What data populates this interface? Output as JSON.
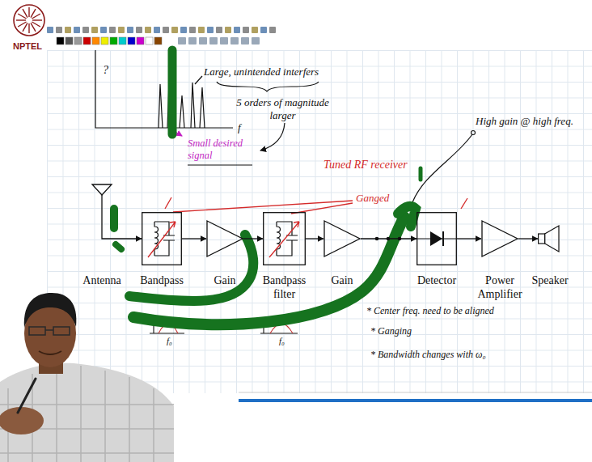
{
  "diagram": {
    "nodes": [
      {
        "text": [
          "Antenna"
        ]
      },
      {
        "text": [
          "Bandpass"
        ]
      },
      {
        "text": [
          "Gain"
        ]
      },
      {
        "text": [
          "Bandpass filter"
        ]
      },
      {
        "text": [
          "Gain"
        ]
      },
      {
        "text": [
          "Detector"
        ]
      },
      {
        "text": [
          "Power Amplifier"
        ]
      },
      {
        "text": [
          "Speaker"
        ]
      }
    ],
    "edges": [
      {
        "from": 0,
        "to": 1,
        "arrow": "to"
      },
      {
        "from": 1,
        "to": 2,
        "arrow": "to"
      },
      {
        "from": 2,
        "to": 3,
        "arrow": "to"
      },
      {
        "from": 3,
        "to": 4,
        "arrow": "to"
      },
      {
        "from": 4,
        "to": 5,
        "arrow": "to"
      },
      {
        "from": 5,
        "to": 6,
        "arrow": "to"
      },
      {
        "from": 6,
        "to": 7,
        "arrow": "to"
      }
    ],
    "labels": [
      "NPTEL",
      "?",
      "Large, unintended interfers",
      "5 orders of magnitude larger",
      "Small desired signal",
      "f",
      "High gain @ high freq.",
      "Tuned RF receiver",
      "Ganged",
      "f₀",
      "f₀",
      "* Center freq. need to be aligned",
      "* Ganging",
      "* Bandwidth changes with ω₀"
    ]
  }
}
